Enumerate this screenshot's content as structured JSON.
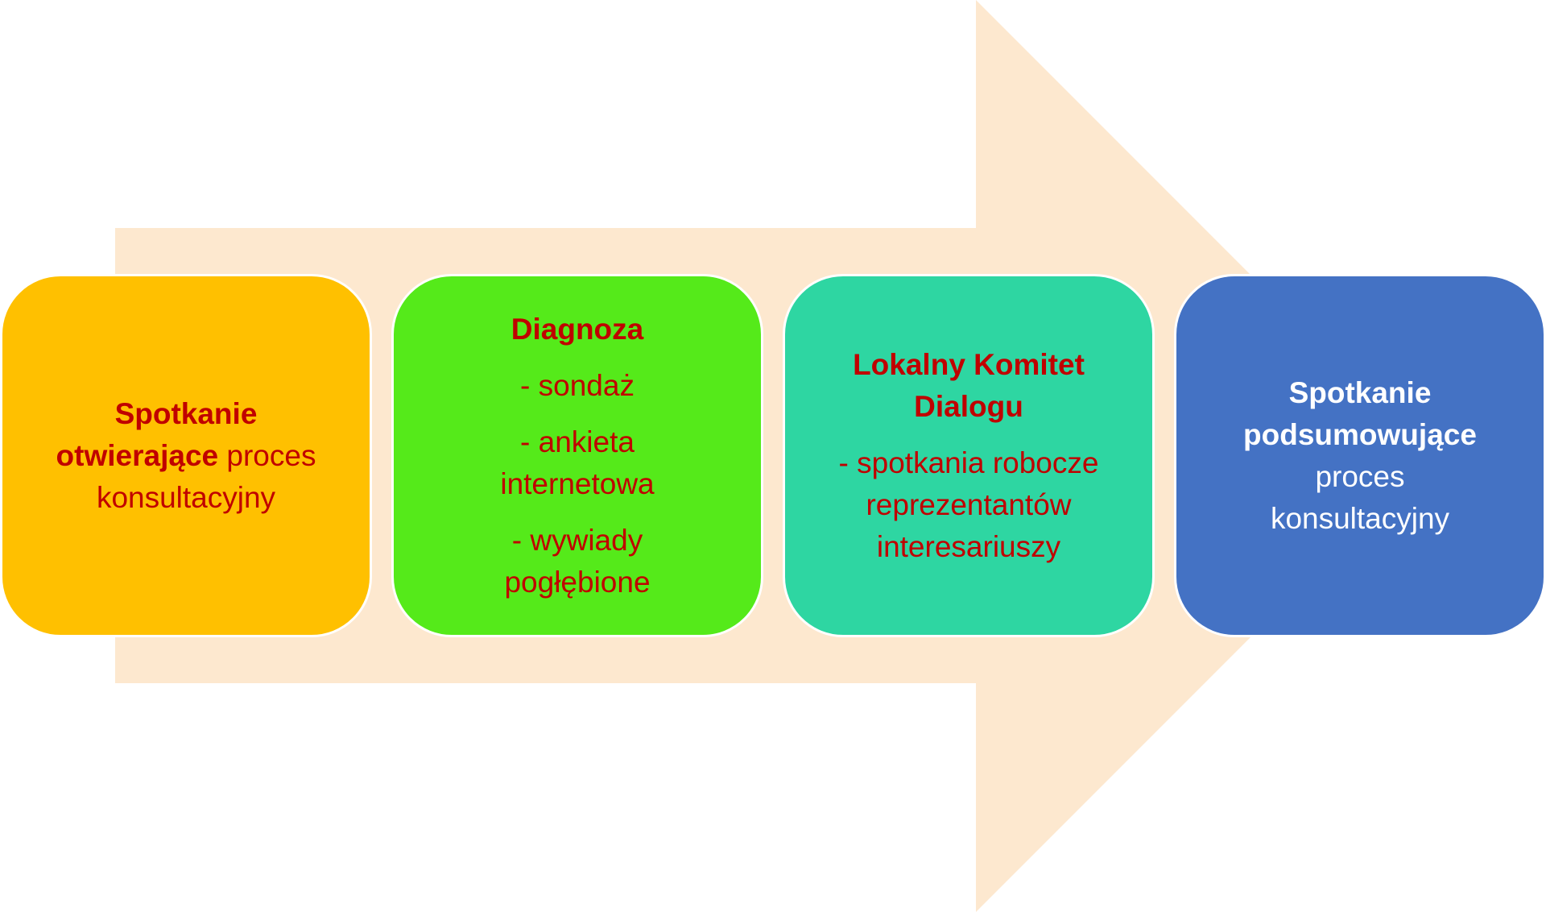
{
  "colors": {
    "arrow": "#FDE8CF",
    "step1": "#FFC000",
    "step2": "#55EA1A",
    "step3": "#2ED6A2",
    "step4": "#4472C4",
    "text_red": "#C00000"
  },
  "steps": [
    {
      "title_line1": "Spotkanie",
      "title_line2": "otwierające",
      "rest": " proces",
      "line3": "konsultacyjny"
    },
    {
      "title": "Diagnoza",
      "items": [
        "- sondaż",
        "- ankieta internetowa",
        "- wywiady pogłębione"
      ]
    },
    {
      "title": "Lokalny Komitet Dialogu",
      "items": [
        "- spotkania robocze reprezentantów interesariuszy"
      ]
    },
    {
      "title_line1": "Spotkanie",
      "title_line2": "podsumowujące",
      "line3": "proces",
      "line4": "konsultacyjny"
    }
  ]
}
